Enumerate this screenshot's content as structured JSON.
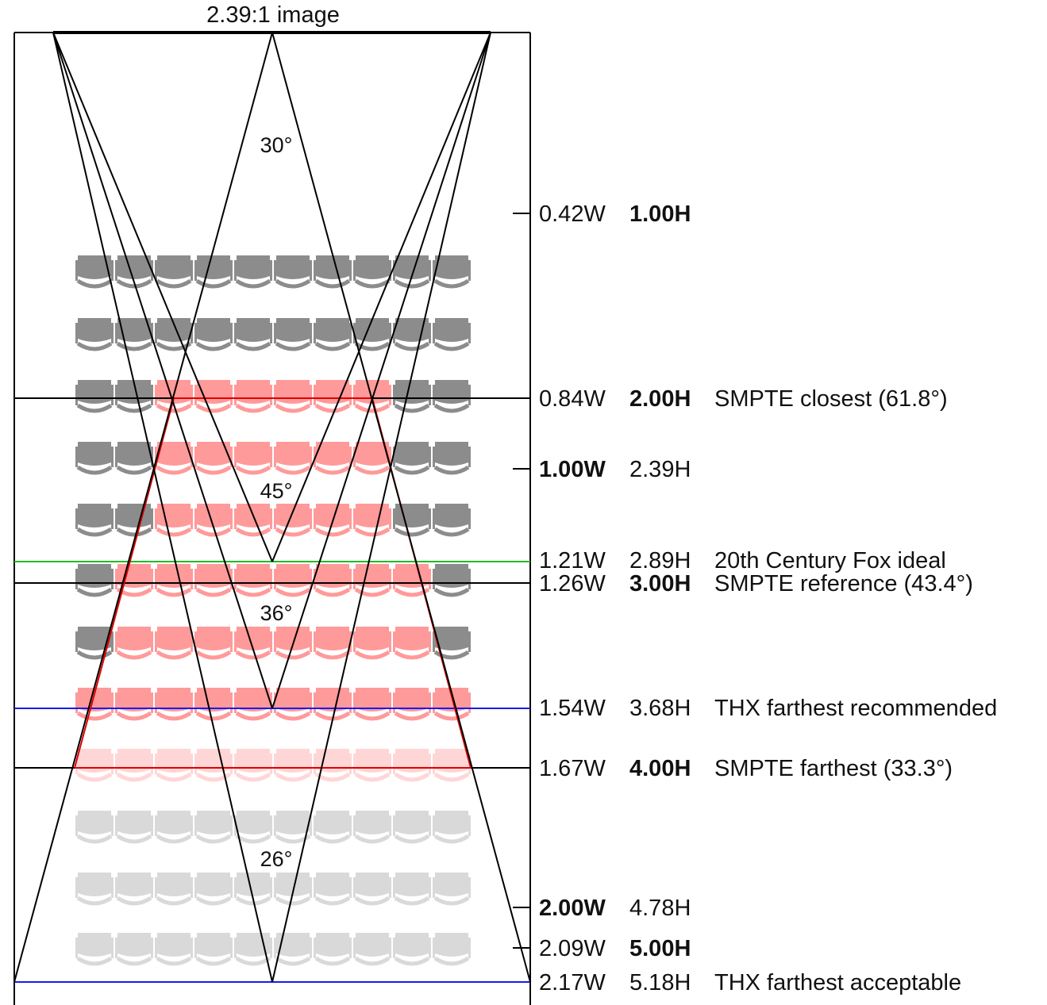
{
  "title": "2.39:1 image",
  "colors": {
    "seat_dark": "#8c8c8c",
    "seat_red": "#ff9a9a",
    "seat_pink": "#ffd6d6",
    "seat_light": "#d9d9d9",
    "line_black": "#000000",
    "line_red": "#e00000",
    "line_green": "#22bb22",
    "line_blue": "#1a1aee"
  },
  "seat_rows": [
    {
      "style": "dark",
      "red_from": null,
      "red_to": null
    },
    {
      "style": "dark",
      "red_from": null,
      "red_to": null
    },
    {
      "style": "mixed",
      "red_from": 2,
      "red_to": 7
    },
    {
      "style": "mixed",
      "red_from": 2,
      "red_to": 7
    },
    {
      "style": "mixed",
      "red_from": 2,
      "red_to": 7
    },
    {
      "style": "mixed",
      "red_from": 1,
      "red_to": 8
    },
    {
      "style": "mixed",
      "red_from": 1,
      "red_to": 8
    },
    {
      "style": "red",
      "red_from": 0,
      "red_to": 9
    },
    {
      "style": "pink",
      "red_from": null,
      "red_to": null
    },
    {
      "style": "light",
      "red_from": null,
      "red_to": null
    },
    {
      "style": "light",
      "red_from": null,
      "red_to": null
    },
    {
      "style": "light",
      "red_from": null,
      "red_to": null
    }
  ],
  "seats_per_row": 10,
  "angles": [
    {
      "label": "30°"
    },
    {
      "label": "45°"
    },
    {
      "label": "36°"
    },
    {
      "label": "26°"
    }
  ],
  "distances": [
    {
      "w": "0.42W",
      "h": "1.00H",
      "bold": "h",
      "desc": "",
      "line": "tick",
      "color": "black"
    },
    {
      "w": "0.84W",
      "h": "2.00H",
      "bold": "h",
      "desc": "SMPTE closest (61.8°)",
      "line": "full",
      "color": "black"
    },
    {
      "w": "1.00W",
      "h": "2.39H",
      "bold": "w",
      "desc": "",
      "line": "tick",
      "color": "black"
    },
    {
      "w": "1.21W",
      "h": "2.89H",
      "bold": "",
      "desc": "20th Century Fox ideal",
      "line": "full",
      "color": "green"
    },
    {
      "w": "1.26W",
      "h": "3.00H",
      "bold": "h",
      "desc": "SMPTE reference (43.4°)",
      "line": "full",
      "color": "black"
    },
    {
      "w": "1.54W",
      "h": "3.68H",
      "bold": "",
      "desc": "THX farthest recommended",
      "line": "full",
      "color": "blue"
    },
    {
      "w": "1.67W",
      "h": "4.00H",
      "bold": "h",
      "desc": "SMPTE farthest (33.3°)",
      "line": "full",
      "color": "black"
    },
    {
      "w": "2.00W",
      "h": "4.78H",
      "bold": "w",
      "desc": "",
      "line": "tick",
      "color": "black"
    },
    {
      "w": "2.09W",
      "h": "5.00H",
      "bold": "h",
      "desc": "",
      "line": "tick",
      "color": "black"
    },
    {
      "w": "2.17W",
      "h": "5.18H",
      "bold": "",
      "desc": "THX farthest acceptable",
      "line": "full",
      "color": "blue"
    }
  ]
}
